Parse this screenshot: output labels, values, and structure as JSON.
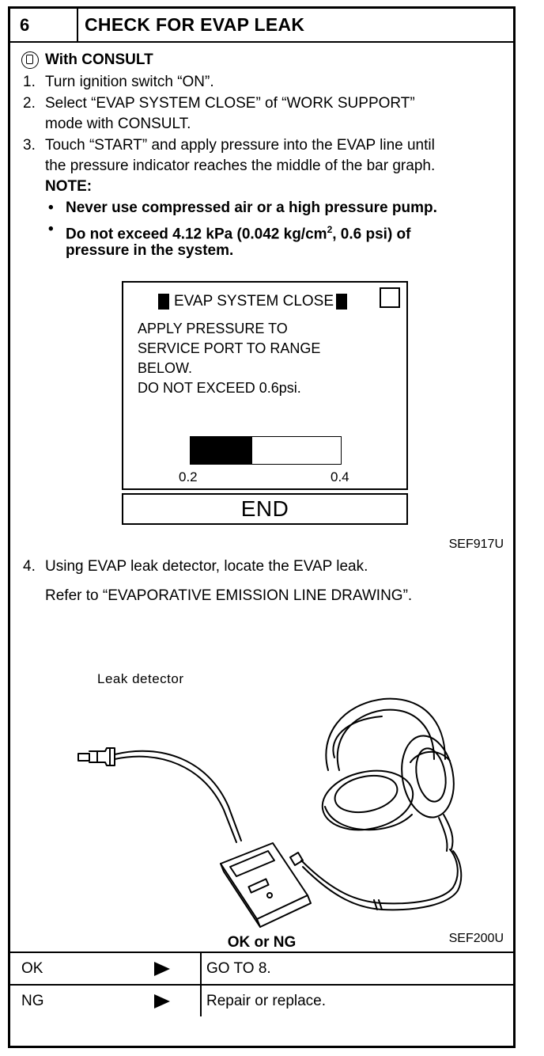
{
  "header": {
    "step_number": "6",
    "title": "CHECK FOR EVAP LEAK"
  },
  "mode": {
    "prefix": "With",
    "name": "CONSULT",
    "icon": "consult-icon"
  },
  "steps": {
    "s1": {
      "num": "1.",
      "text": "Turn ignition switch “ON”."
    },
    "s2": {
      "num": "2.",
      "line1": "Select “EVAP SYSTEM CLOSE” of “WORK SUPPORT”",
      "line2": "mode with CONSULT."
    },
    "s3": {
      "num": "3.",
      "line1": "Touch “START” and apply pressure into the EVAP line until",
      "line2": "the pressure indicator reaches the middle of the bar graph."
    },
    "s4": {
      "num": "4.",
      "text": "Using EVAP leak detector, locate the EVAP leak.",
      "refer": "Refer to “EVAPORATIVE EMISSION LINE DRAWING”."
    }
  },
  "note": {
    "label": "NOTE:",
    "bullet": "•",
    "b1": "Never use compressed air or a high pressure pump.",
    "b2_line1_a": "Do not exceed 4.12 kPa (0.042 kg/cm",
    "b2_sup": "2",
    "b2_line1_b": ", 0.6 psi) of",
    "b2_line2": "pressure in the system."
  },
  "screen": {
    "title": "EVAP SYSTEM CLOSE",
    "lines": [
      "APPLY PRESSURE TO",
      "SERVICE PORT TO RANGE",
      "BELOW.",
      "DO NOT EXCEED 0.6psi."
    ],
    "bar_min_label": "0.2",
    "bar_max_label": "0.4",
    "bar_fill_fraction": 0.41,
    "end_label": "END",
    "figure_code": "SEF917U"
  },
  "illustration": {
    "label": "Leak detector",
    "figure_code": "SEF200U"
  },
  "verdict": "OK or NG",
  "results": [
    {
      "label": "OK",
      "action": "GO TO 8."
    },
    {
      "label": "NG",
      "action": "Repair or replace."
    }
  ]
}
